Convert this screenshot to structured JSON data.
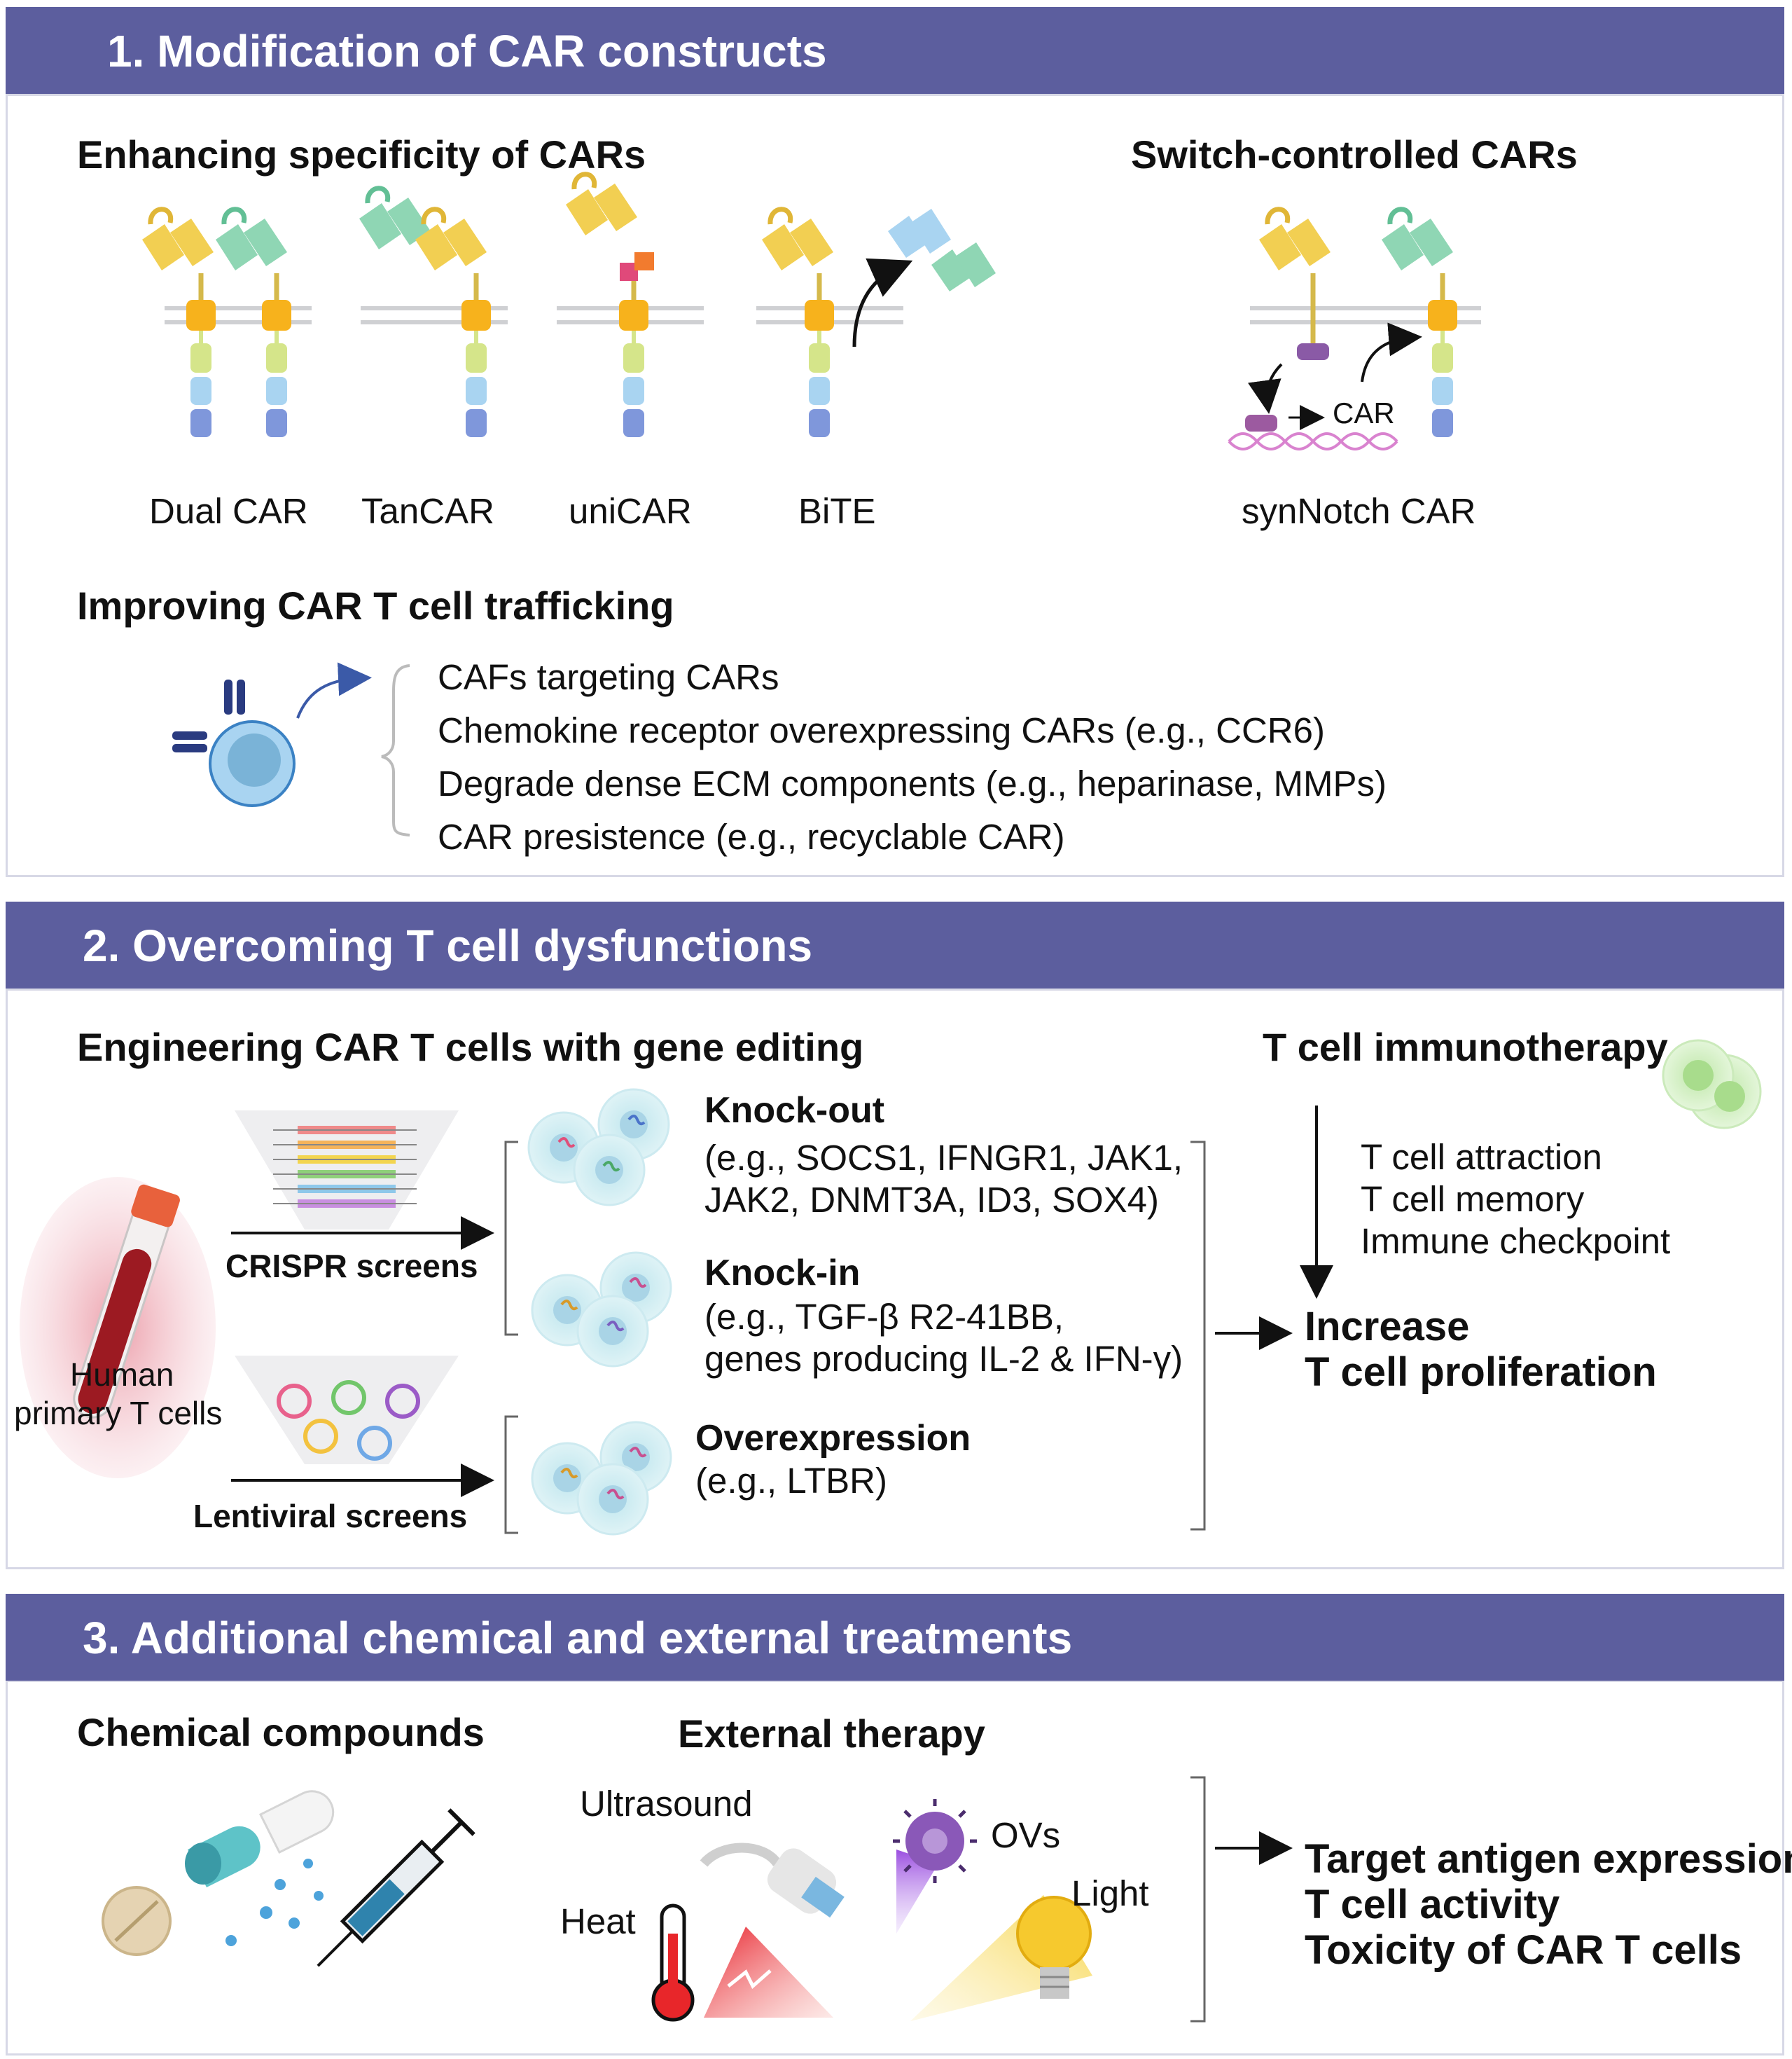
{
  "sections": [
    {
      "title": "1.  Modification of CAR constructs"
    },
    {
      "title": "2. Overcoming T cell dysfunctions"
    },
    {
      "title": "3. Additional chemical and external treatments"
    }
  ],
  "s1": {
    "enhancing_title": "Enhancing specificity of CARs",
    "switch_title": "Switch-controlled CARs",
    "cars": [
      "Dual CAR",
      "TanCAR",
      "uniCAR",
      "BiTE"
    ],
    "synnotch_label": "synNotch CAR",
    "car_small": "CAR",
    "trafficking_title": "Improving CAR T cell trafficking",
    "trafficking_items": [
      "CAFs targeting CARs",
      "Chemokine receptor overexpressing CARs (e.g., CCR6)",
      "Degrade dense ECM components (e.g., heparinase, MMPs)",
      "CAR presistence (e.g., recyclable CAR)"
    ]
  },
  "s2": {
    "gene_title": "Engineering CAR T cells with gene editing",
    "immuno_title": "T cell immunotherapy",
    "crispr": "CRISPR screens",
    "lentiviral": "Lentiviral  screens",
    "human_line1": "Human",
    "human_line2": "primary T cells",
    "knockout_title": "Knock-out",
    "knockout_lines": [
      "(e.g.,  SOCS1, IFNGR1, JAK1,",
      "JAK2, DNMT3A, ID3, SOX4)"
    ],
    "knockin_title": "Knock-in",
    "knockin_lines": [
      "(e.g., TGF-β R2-41BB,",
      "genes producing IL-2 & IFN-γ)"
    ],
    "overexp_title": "Overexpression",
    "overexp_line": "(e.g., LTBR)",
    "immuno_items": [
      "T cell attraction",
      "T cell memory",
      "Immune checkpoint"
    ],
    "result_lines": [
      "Increase",
      "T cell proliferation"
    ]
  },
  "s3": {
    "chem_title": "Chemical compounds",
    "ext_title": "External therapy",
    "labels": {
      "ultrasound": "Ultrasound",
      "heat": "Heat",
      "ovs": "OVs",
      "light": "Light"
    },
    "result_lines": [
      "Target antigen expression",
      "T cell activity",
      "Toxicity of CAR T cells"
    ]
  },
  "colors": {
    "header_bar": "#5c5e9e",
    "panel_border": "#d7d8e6",
    "domain_yellow": "#f2cf52",
    "domain_teal": "#8fd6b4",
    "hinge_orange": "#f7b21c",
    "cd28_green": "#d5e58a",
    "cd3_blue": "#a9d4f1",
    "signal_blue": "#7f97db",
    "notch_purple": "#8a5aa6",
    "dna_pink": "#d983cf"
  }
}
